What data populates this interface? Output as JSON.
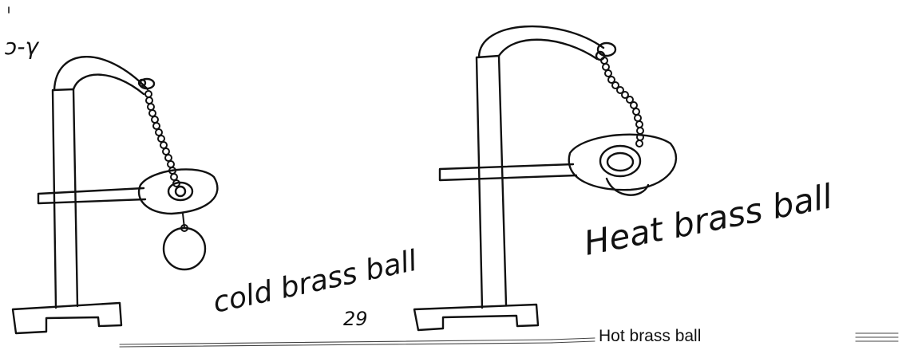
{
  "labels": {
    "corner_scribble": "ɔ-γ",
    "left_caption": "cold brass ball",
    "page_number": "29",
    "right_caption": "Heat brass ball",
    "typed_caption": "Hot brass ball"
  }
}
